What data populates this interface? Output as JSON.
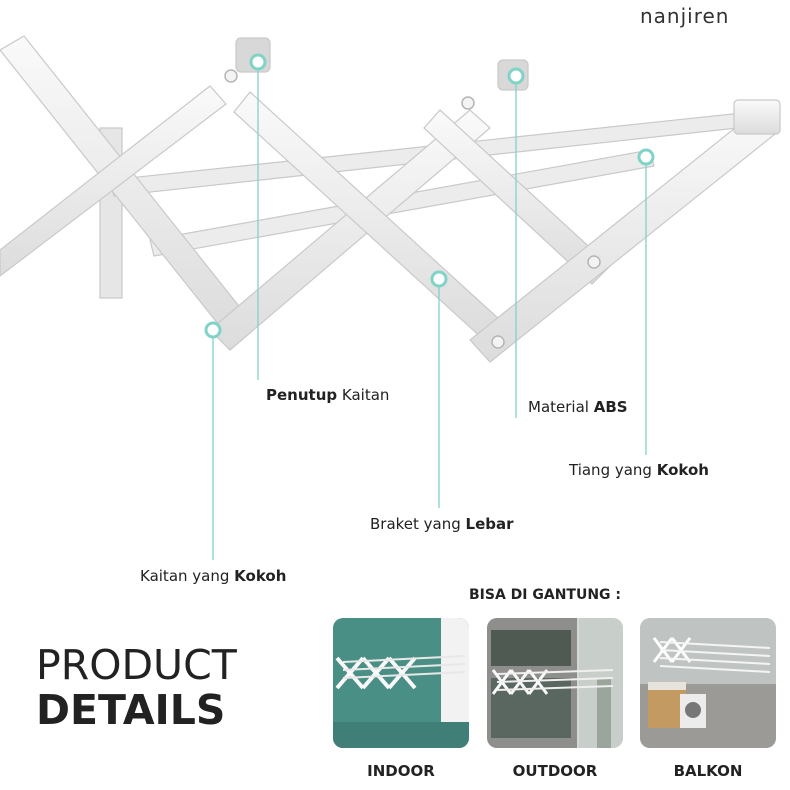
{
  "brand": "nanjiren",
  "callouts": {
    "penutup": {
      "bold": "Penutup",
      "rest": " Kaitan"
    },
    "material": {
      "pre": "Material ",
      "bold": "ABS"
    },
    "tiang": {
      "pre": "Tiang yang ",
      "bold": "Kokoh"
    },
    "braket": {
      "pre": "Braket yang ",
      "bold": "Lebar"
    },
    "kaitan": {
      "pre": "Kaitan yang ",
      "bold": "Kokoh"
    }
  },
  "heading": {
    "line1": "PRODUCT",
    "line2": "DETAILS"
  },
  "usage_title": "BISA DI GANTUNG :",
  "usage": [
    {
      "label": "INDOOR",
      "icon": "indoor-photo"
    },
    {
      "label": "OUTDOOR",
      "icon": "outdoor-photo"
    },
    {
      "label": "BALKON",
      "icon": "balcony-photo"
    }
  ],
  "colors": {
    "accent": "#7fd3c7",
    "metal": "#eeeeee",
    "indoor_wall": "#4a8f86"
  }
}
